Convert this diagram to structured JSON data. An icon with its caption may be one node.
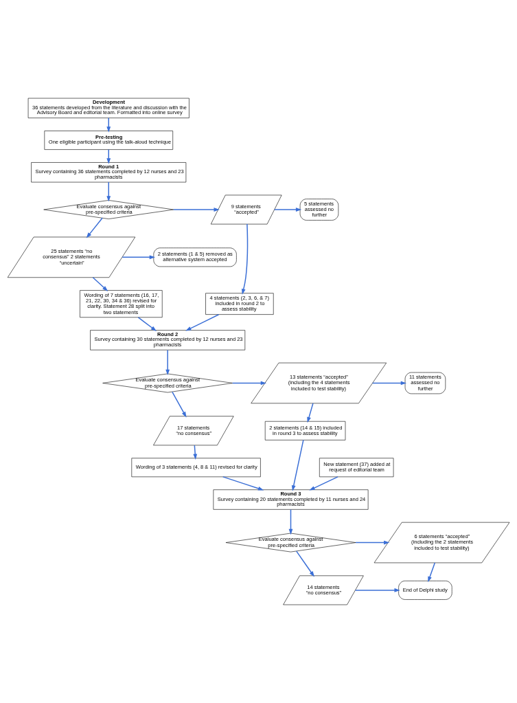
{
  "diagram": {
    "nodes": [
      {
        "text": [
          "Development",
          "36 statements developed from the literature and discussion with the Advisory Board and editorial team. Formatted into online survey"
        ]
      },
      {
        "text": [
          "Pre-testing",
          "One eligible participant using the talk-aloud technique"
        ]
      },
      {
        "text": [
          "Round 1",
          "Survey containing 36 statements completed by 12 nurses and 23 pharmacists"
        ]
      },
      {
        "text": [
          "Evaluate consensus against pre-specified criteria"
        ]
      },
      {
        "text": [
          "9 statements “accepted”"
        ]
      },
      {
        "text": [
          "5 statements assessed no further"
        ]
      },
      {
        "text": [
          "25 statements “no consensus” 2 statements “uncertain”"
        ]
      },
      {
        "text": [
          "2 statements (1 & 5) removed as alternative system accepted"
        ]
      },
      {
        "text": [
          "Wording of 7 statements (16, 17, 21, 22, 30, 34 & 36) revised for clarity. Statement 28 split into two statements"
        ]
      },
      {
        "text": [
          "4 statements (2, 3, 6, & 7) included in round 2 to assess stability"
        ]
      },
      {
        "text": [
          "Round 2",
          "Survey containing 30 statements completed by 12 nurses and 23 pharmacists"
        ]
      },
      {
        "text": [
          "Evaluate consensus against pre-specified criteria"
        ]
      },
      {
        "text": [
          "13 statements “accepted” (including the 4 statements included to test stability)"
        ]
      },
      {
        "text": [
          "11 statements assessed no further"
        ]
      },
      {
        "text": [
          "17 statements “no consensus”"
        ]
      },
      {
        "text": [
          "2 statements (14 & 15) included in round 3 to assess stability"
        ]
      },
      {
        "text": [
          "New statement (37) added at request of editorial team"
        ]
      },
      {
        "text": [
          "Wording of 3 statements (4, 8 & 11) revised for clarity"
        ]
      },
      {
        "text": [
          "Round 3",
          "Survey containing 20 statements completed by 11 nurses and 24 pharmacists"
        ]
      },
      {
        "text": [
          "Evaluate consensus against pre-specified criteria"
        ]
      },
      {
        "text": [
          "6 statements “accepted” (including the 2 statements included to test stability)"
        ]
      },
      {
        "text": [
          "14 statements “no consensus”"
        ]
      },
      {
        "text": [
          "End of Delphi study"
        ]
      }
    ],
    "edges": [
      {
        "from": 0,
        "to": 1,
        "arrow": "to"
      },
      {
        "from": 1,
        "to": 2,
        "arrow": "to"
      },
      {
        "from": 2,
        "to": 3,
        "arrow": "to"
      },
      {
        "from": 3,
        "to": 4,
        "arrow": "to"
      },
      {
        "from": 4,
        "to": 5,
        "arrow": "to"
      },
      {
        "from": 3,
        "to": 6,
        "arrow": "to"
      },
      {
        "from": 6,
        "to": 7,
        "arrow": "to"
      },
      {
        "from": 4,
        "to": 9,
        "arrow": "to"
      },
      {
        "from": 6,
        "to": 8,
        "arrow": "to"
      },
      {
        "from": 8,
        "to": 10,
        "arrow": "to"
      },
      {
        "from": 9,
        "to": 10,
        "arrow": "to"
      },
      {
        "from": 10,
        "to": 11,
        "arrow": "to"
      },
      {
        "from": 11,
        "to": 12,
        "arrow": "to"
      },
      {
        "from": 12,
        "to": 13,
        "arrow": "to"
      },
      {
        "from": 11,
        "to": 14,
        "arrow": "to"
      },
      {
        "from": 12,
        "to": 15,
        "arrow": "to"
      },
      {
        "from": 14,
        "to": 17,
        "arrow": "to"
      },
      {
        "from": 16,
        "to": 18,
        "arrow": "to"
      },
      {
        "from": 17,
        "to": 18,
        "arrow": "to"
      },
      {
        "from": 15,
        "to": 18,
        "arrow": "to"
      },
      {
        "from": 18,
        "to": 19,
        "arrow": "to"
      },
      {
        "from": 19,
        "to": 20,
        "arrow": "to"
      },
      {
        "from": 19,
        "to": 21,
        "arrow": "to"
      },
      {
        "from": 20,
        "to": 22,
        "arrow": "to"
      },
      {
        "from": 21,
        "to": 22,
        "arrow": "to"
      }
    ]
  }
}
